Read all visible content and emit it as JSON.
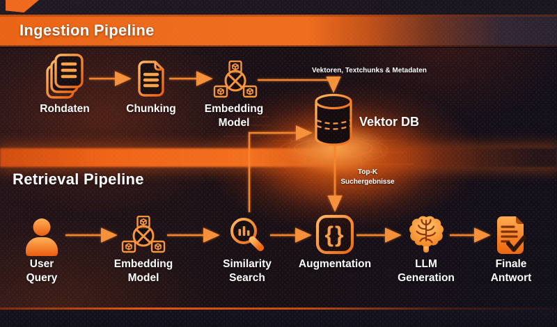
{
  "ingestion": {
    "title": "Ingestion Pipeline",
    "nodes": [
      {
        "label": "Rohdaten"
      },
      {
        "label": "Chunking"
      },
      {
        "label": "Embedding\nModel"
      },
      {
        "label": "Vektor DB"
      }
    ],
    "edge_label": "Vektoren, Textchunks & Metadaten"
  },
  "retrieval": {
    "title": "Retrieval Pipeline",
    "nodes": [
      {
        "label": "User\nQuery"
      },
      {
        "label": "Embedding\nModel"
      },
      {
        "label": "Similarity\nSearch"
      },
      {
        "label": "Augmentation"
      },
      {
        "label": "LLM\nGeneration"
      },
      {
        "label": "Finale\nAntwort"
      }
    ],
    "edge_label": "Top-K\nSuchergebnisse"
  },
  "glyphs": {
    "braces": "{}"
  },
  "icons": {
    "rohdaten": "stacked-documents-icon",
    "chunking": "document-icon",
    "embedding_model": "embedding-model-icon",
    "vektor_db": "database-icon",
    "user_query": "user-icon",
    "similarity_search": "magnifier-bar-chart-icon",
    "augmentation": "curly-braces-icon",
    "llm_generation": "brain-icon",
    "finale_antwort": "document-check-icon"
  },
  "colors": {
    "accent_orange": "#EF6C1E",
    "icon_stroke": "#F5933C",
    "glow": "#E85C12",
    "text": "#FFFFFF",
    "background": "#17121A"
  }
}
